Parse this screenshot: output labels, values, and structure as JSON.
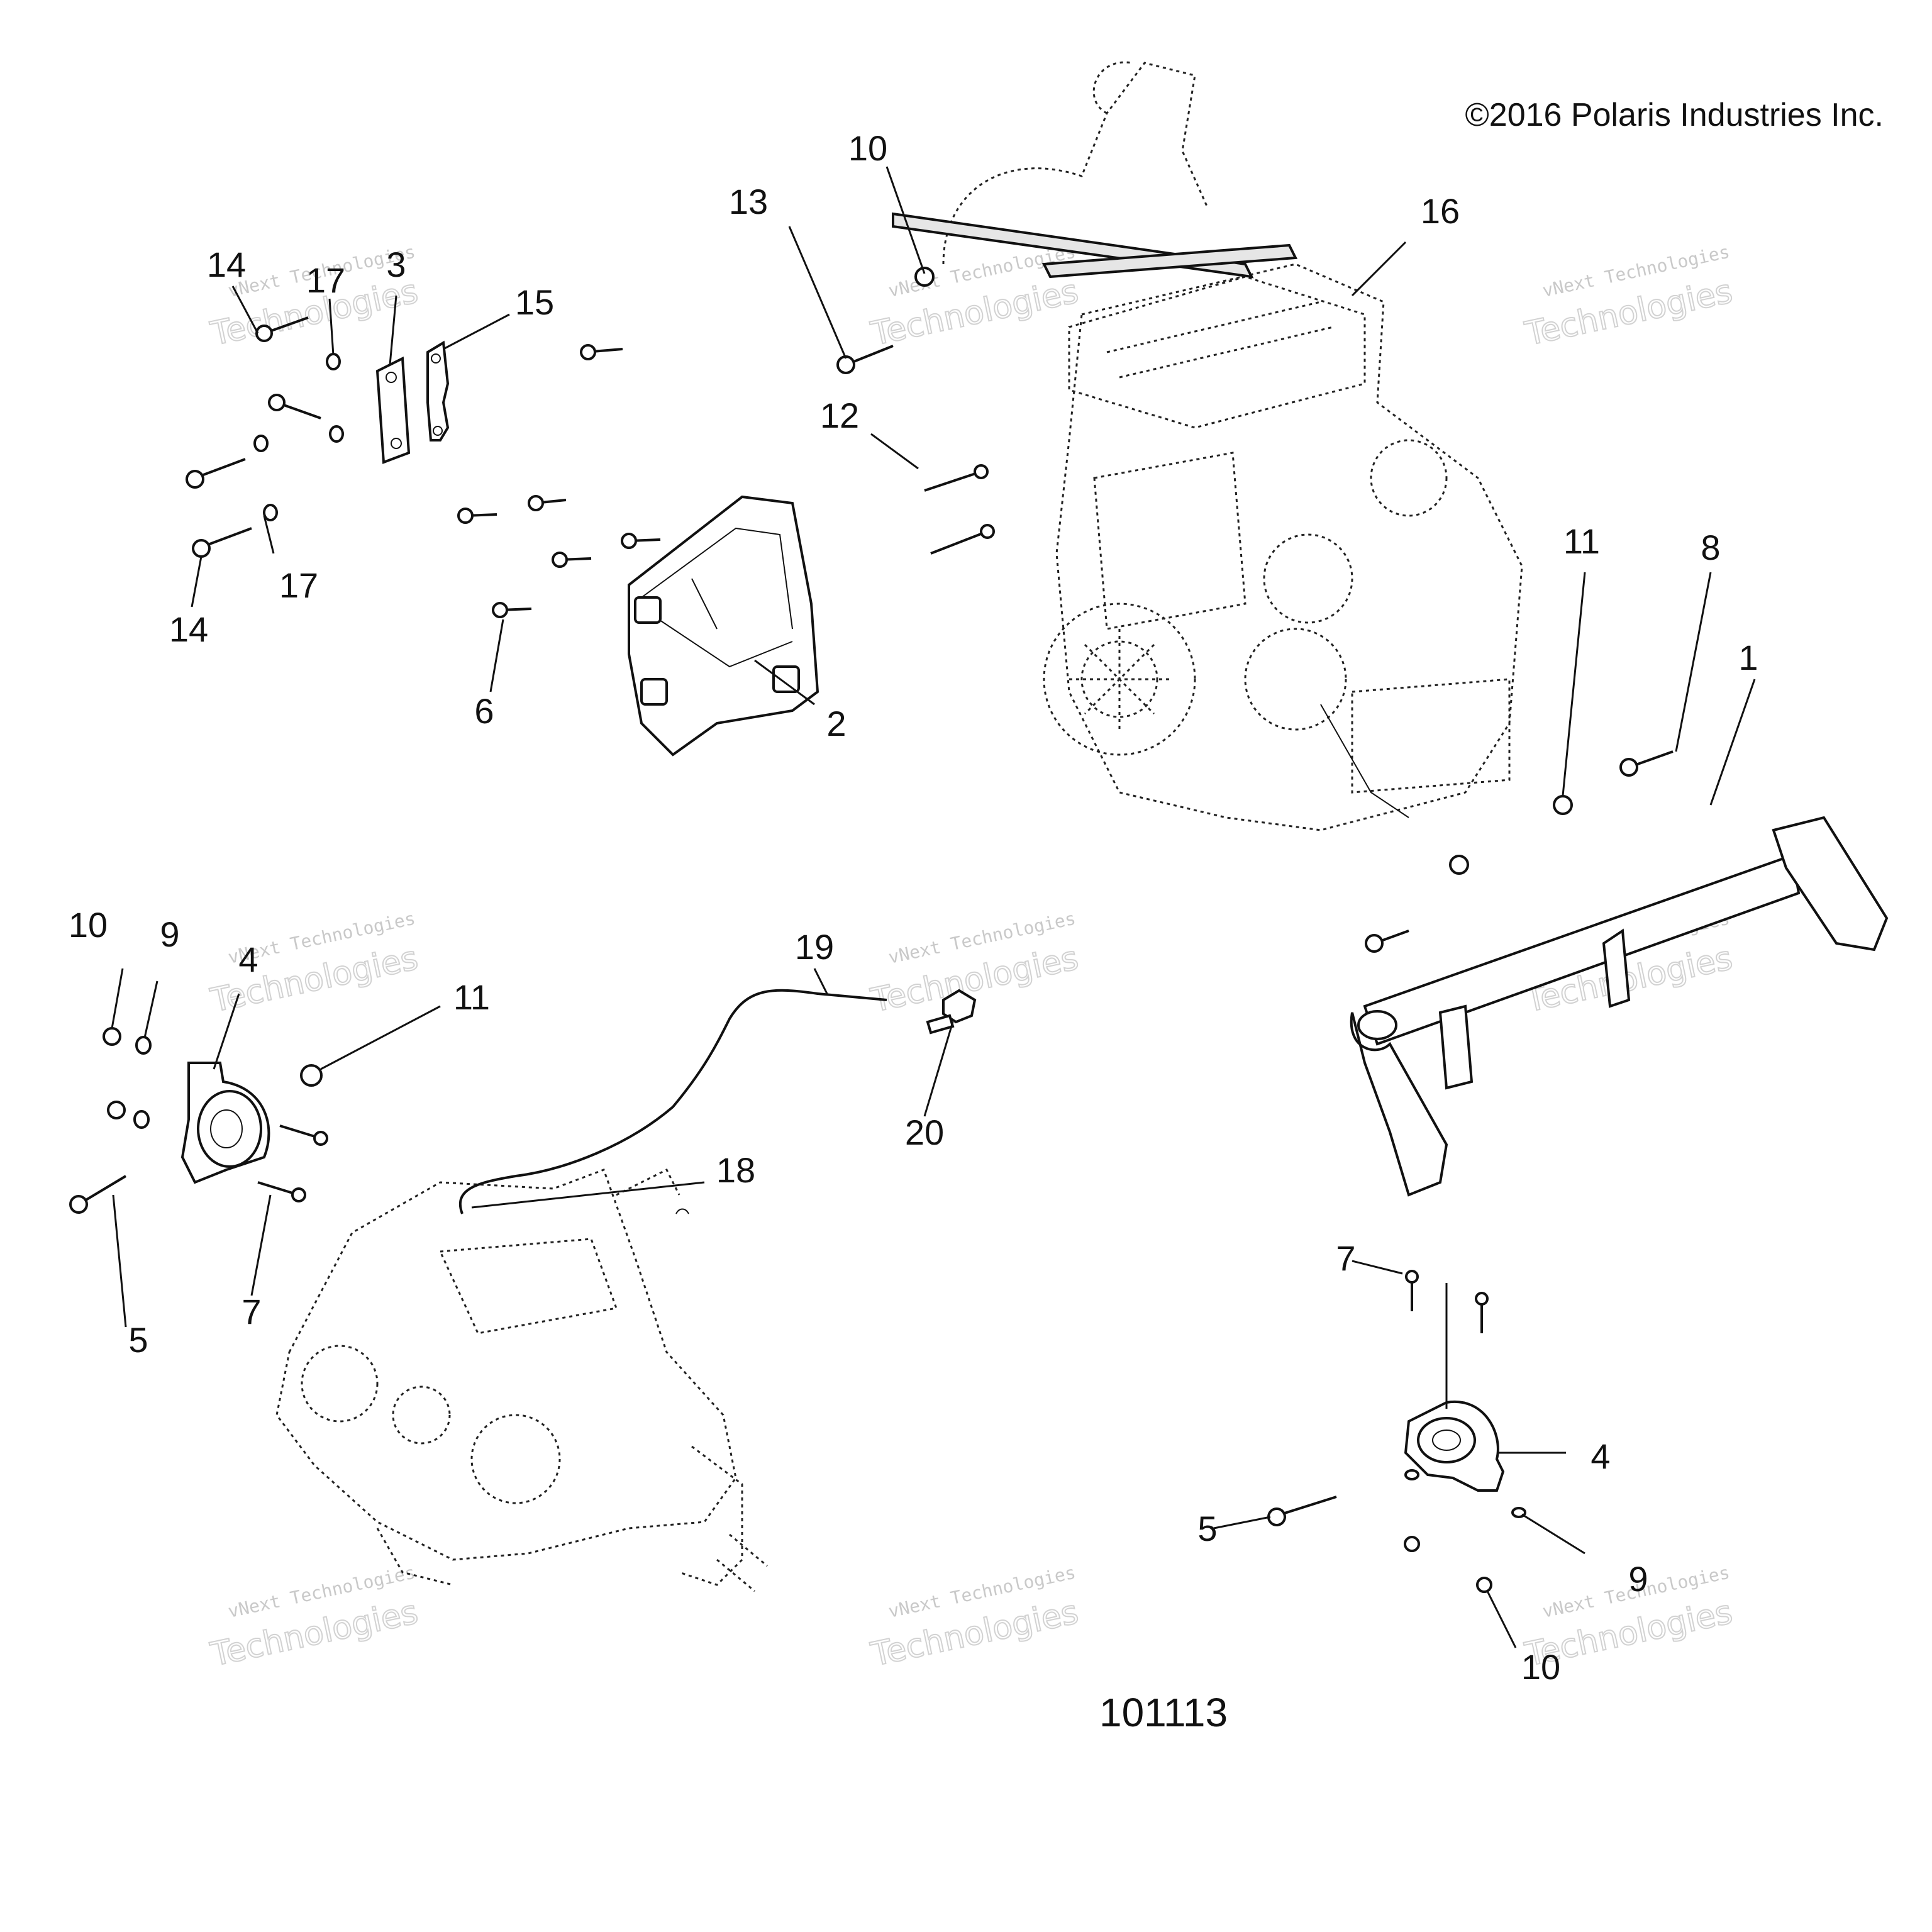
{
  "copyright": "©2016 Polaris Industries Inc.",
  "figure_number": "101113",
  "watermark": {
    "line_small": "vNext Technologies",
    "line_big": "Technologies"
  },
  "callouts": {
    "c1": "1",
    "c2": "2",
    "c3": "3",
    "c4a": "4",
    "c4b": "4",
    "c5a": "5",
    "c5b": "5",
    "c6": "6",
    "c7a": "7",
    "c7b": "7",
    "c8": "8",
    "c9a": "9",
    "c9b": "9",
    "c10a": "10",
    "c10b": "10",
    "c10c": "10",
    "c11a": "11",
    "c11b": "11",
    "c12": "12",
    "c13": "13",
    "c14a": "14",
    "c14b": "14",
    "c15": "15",
    "c16": "16",
    "c17a": "17",
    "c17b": "17",
    "c18": "18",
    "c19": "19",
    "c20": "20"
  }
}
